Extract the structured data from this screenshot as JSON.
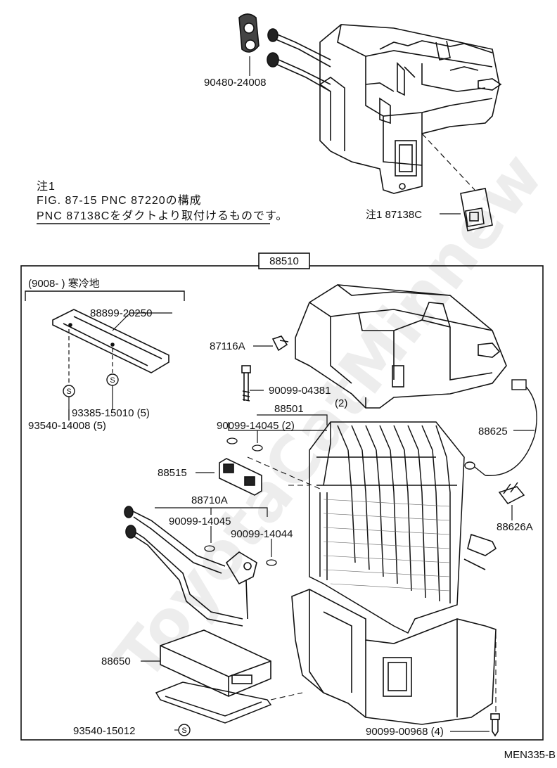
{
  "note": {
    "title": "注1",
    "line1": "FIG. 87-15 PNC 87220の構成",
    "line2": "PNC 87138Cをダクトより取付けるものです。"
  },
  "assembly_code": "88510",
  "kit_label": "(9008-        ) 寒冷地",
  "diagram_id": "MEN335-B",
  "watermark": "ToyotaCatMinnew",
  "parts": [
    {
      "id": "p-90480-24008",
      "text": "90480-24008"
    },
    {
      "id": "p-87138c",
      "text": "注1  87138C"
    },
    {
      "id": "p-88899-20250",
      "text": "88899-20250"
    },
    {
      "id": "p-93385-15010",
      "text": "93385-15010 (5)"
    },
    {
      "id": "p-93540-14008",
      "text": "93540-14008 (5)"
    },
    {
      "id": "p-87116a",
      "text": "87116A"
    },
    {
      "id": "p-90099-04381",
      "text": "90099-04381"
    },
    {
      "id": "p-qty-2",
      "text": "(2)"
    },
    {
      "id": "p-88501",
      "text": "88501"
    },
    {
      "id": "p-90099-14045-2",
      "text": "90099-14045 (2)"
    },
    {
      "id": "p-88625",
      "text": "88625"
    },
    {
      "id": "p-88515",
      "text": "88515"
    },
    {
      "id": "p-88710a",
      "text": "88710A"
    },
    {
      "id": "p-90099-14045",
      "text": "90099-14045"
    },
    {
      "id": "p-90099-14044",
      "text": "90099-14044"
    },
    {
      "id": "p-88626a",
      "text": "88626A"
    },
    {
      "id": "p-88650",
      "text": "88650"
    },
    {
      "id": "p-93540-15012",
      "text": "93540-15012"
    },
    {
      "id": "p-90099-00968",
      "text": "90099-00968 (4)"
    }
  ]
}
